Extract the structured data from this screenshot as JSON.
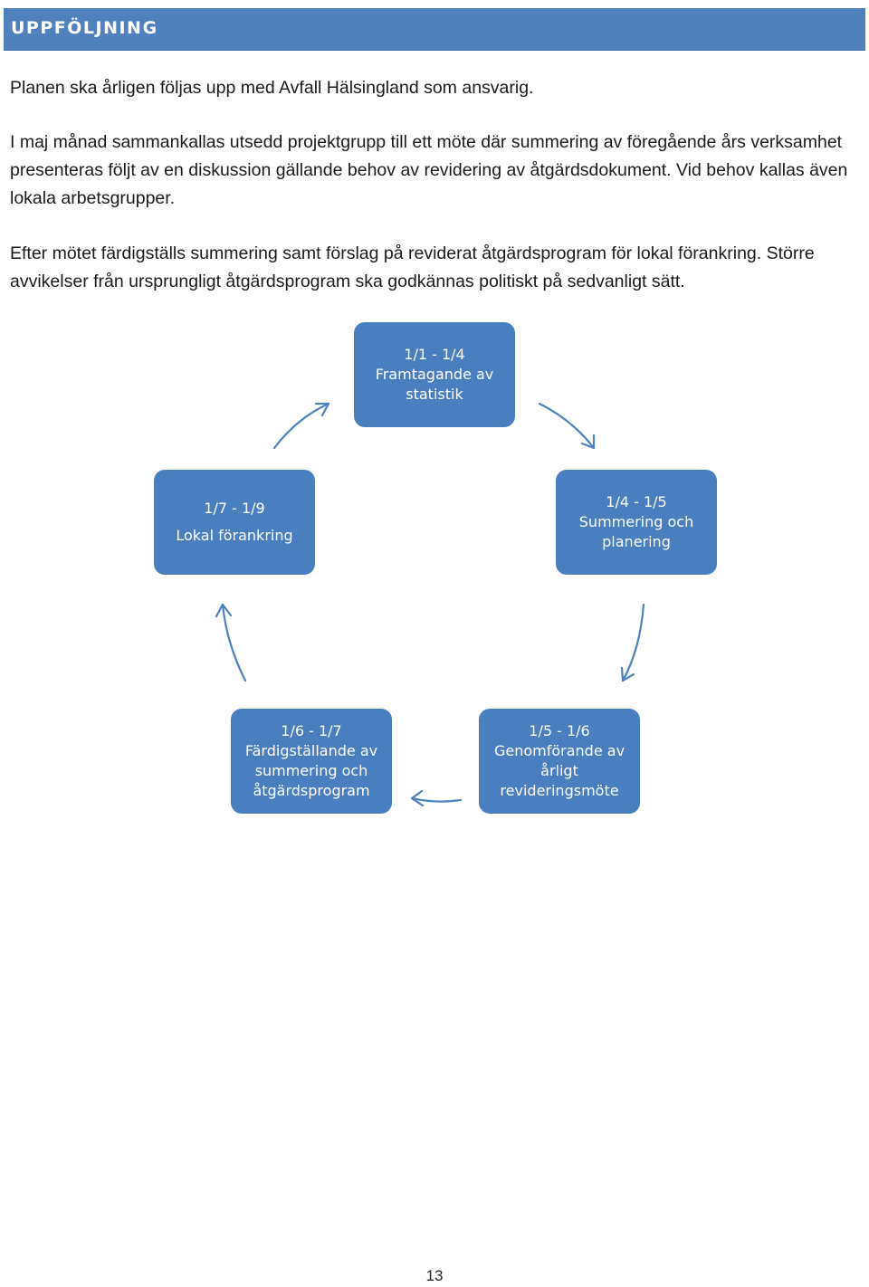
{
  "heading": "UPPFÖLJNING",
  "paragraphs": [
    "Planen ska årligen följas upp med Avfall Hälsingland som ansvarig.",
    "I maj månad sammankallas utsedd projektgrupp till ett möte där summering av föregående års verksamhet presenteras följt av en diskussion gällande behov av revidering av åtgärdsdokument. Vid behov kallas även lokala arbetsgrupper.",
    "Efter mötet färdigställs summering samt förslag på reviderat åtgärdsprogram för lokal förankring. Större avvikelser från ursprungligt åtgärdsprogram ska godkännas politiskt på sedvanligt sätt."
  ],
  "cycle": [
    {
      "period": "1/1 - 1/4",
      "lines": [
        "Framtagande av",
        "statistik"
      ]
    },
    {
      "period": "1/4 - 1/5",
      "lines": [
        "Summering och",
        "planering"
      ]
    },
    {
      "period": "1/5 - 1/6",
      "lines": [
        "Genomförande av",
        "årligt",
        "revideringsmöte"
      ]
    },
    {
      "period": "1/6 - 1/7",
      "lines": [
        "Färdigställande av",
        "summering och",
        "åtgärdsprogram"
      ]
    },
    {
      "period": "1/7 - 1/9",
      "lines": [
        "Lokal förankring"
      ]
    }
  ],
  "colors": {
    "heading_bar": "#4f81bd",
    "box_fill": "#4a7fbf",
    "arrow": "#4f81bd"
  },
  "page_number": "13"
}
